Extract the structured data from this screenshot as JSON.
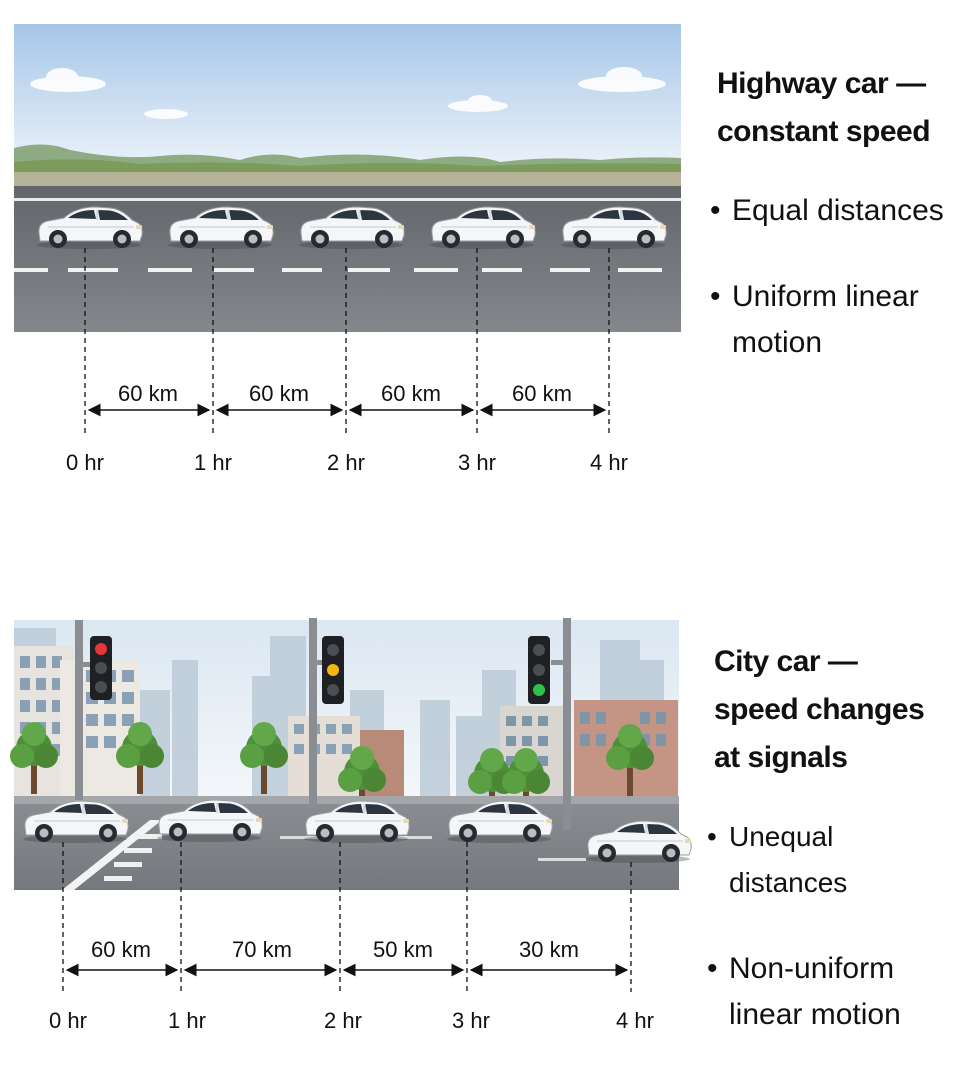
{
  "highway": {
    "title_line1": "Highway car —",
    "title_line2": "constant speed",
    "bullets": [
      "Equal distances",
      "Uniform linear motion"
    ],
    "time_labels": [
      "0 hr",
      "1 hr",
      "2 hr",
      "3 hr",
      "4 hr"
    ],
    "distance_labels": [
      "60 km",
      "60 km",
      "60 km",
      "60 km"
    ]
  },
  "city": {
    "title_line1": "City car —",
    "title_line2": "speed changes",
    "title_line3": "at signals",
    "bullets": [
      "Unequal distances",
      "Non-uniform linear motion"
    ],
    "time_labels": [
      "0 hr",
      "1 hr",
      "2 hr",
      "3 hr",
      "4 hr"
    ],
    "distance_labels": [
      "60 km",
      "70 km",
      "50 km",
      "30 km"
    ],
    "signals": [
      "red",
      "yellow",
      "green"
    ]
  },
  "colors": {
    "sky_top": "#a9c8ea",
    "sky_bottom": "#eaf2fa",
    "road": "#6e7176",
    "car": "#f4f5f6",
    "signal_red": "#e8353a",
    "signal_yellow": "#f3b612",
    "signal_green": "#2fc24b"
  }
}
